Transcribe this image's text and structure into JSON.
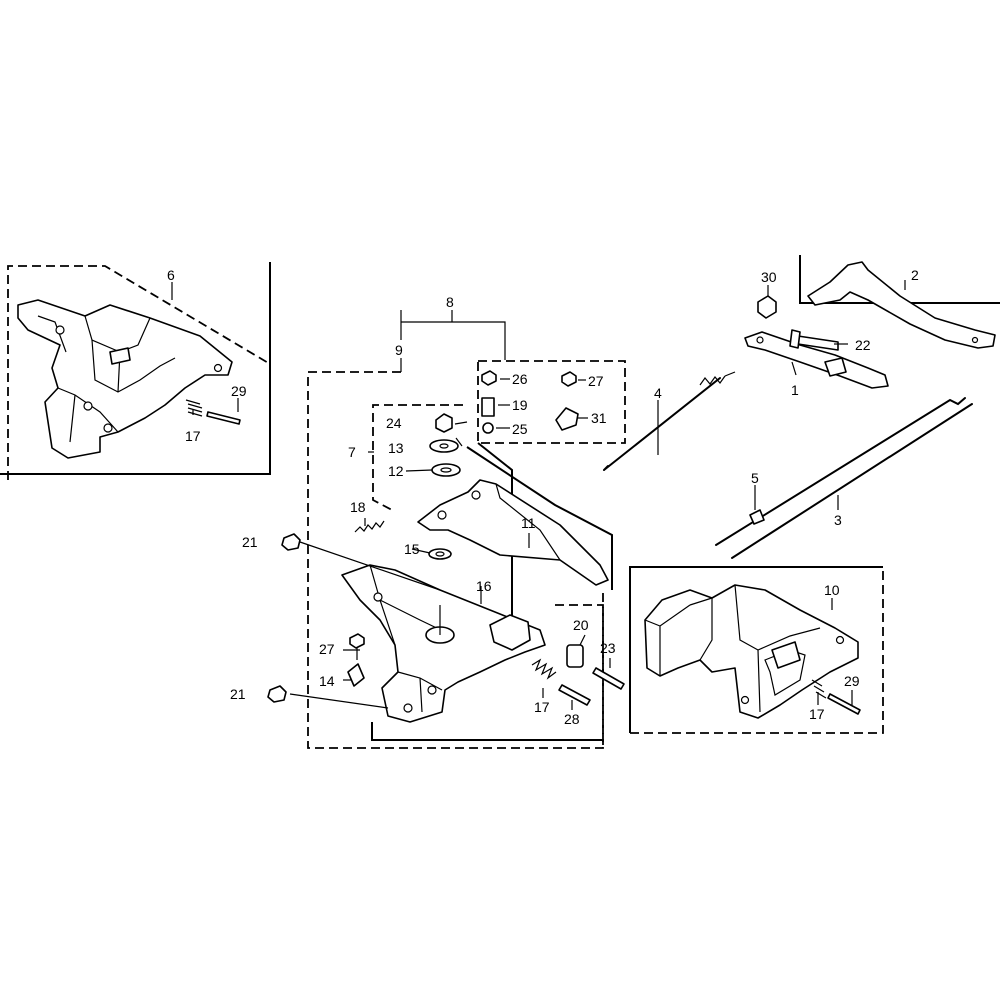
{
  "callouts": {
    "c1": "1",
    "c2": "2",
    "c3": "3",
    "c4": "4",
    "c5": "5",
    "c6": "6",
    "c7": "7",
    "c8": "8",
    "c9": "9",
    "c10": "10",
    "c11": "11",
    "c12": "12",
    "c13": "13",
    "c14": "14",
    "c15": "15",
    "c16": "16",
    "c17a": "17",
    "c17b": "17",
    "c17c": "17",
    "c18": "18",
    "c19": "19",
    "c20": "20",
    "c21a": "21",
    "c21b": "21",
    "c22": "22",
    "c23": "23",
    "c24": "24",
    "c25": "25",
    "c26": "26",
    "c27a": "27",
    "c27b": "27",
    "c28": "28",
    "c29a": "29",
    "c29b": "29",
    "c30": "30",
    "c31": "31"
  }
}
